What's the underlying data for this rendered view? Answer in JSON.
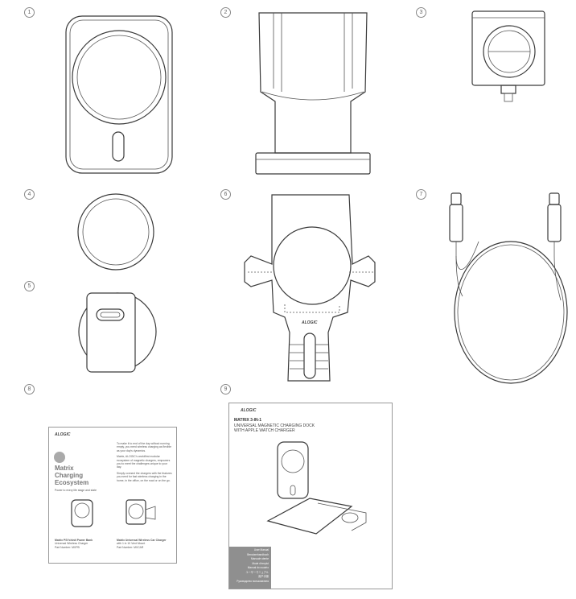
{
  "labels": [
    "1",
    "2",
    "3",
    "4",
    "5",
    "6",
    "7",
    "8",
    "9"
  ],
  "brand": "ALOGIC",
  "leaflet": {
    "title_lines": [
      "Matrix",
      "Charging",
      "Ecosystem"
    ],
    "tagline": "Power to every life stage and state",
    "paragraphs": [
      "To make it to end of the day without running empty, you need wireless charging as flexible as your day's dynamics.",
      "Matrix, ALOGIC's worldfirst modular ecosystem of magnetic chargers, empowers you to meet the challenges unique to your day.",
      "Simply connect the chargers with the features you need for fast wireless charging in the home, in the office, on the road or on the go."
    ],
    "product_a": {
      "name": "Matrix PSYchinit Power Bank",
      "sub": "Universal Wireless Charger",
      "part": "Part Number: MXPB"
    },
    "product_b": {
      "name": "Matrix Universal Wireless Car Charger",
      "sub": "with 1 in 10 Vent Mount",
      "part": "Part Number: MXCAR"
    }
  },
  "manual": {
    "title": "MATRIX 3-IN-1",
    "subtitle_lines": [
      "UNIVERSAL MAGNETIC CHARGING DOCK",
      "WITH APPLE WATCH CHARGER"
    ],
    "lang_lines": [
      "User Manual",
      "Benutzerhandbuch",
      "Manuale utente",
      "Mode d'emploi",
      "Manual do usuário",
      "ユーザーマニュアル",
      "用户手册",
      "Руководство пользователя"
    ]
  }
}
